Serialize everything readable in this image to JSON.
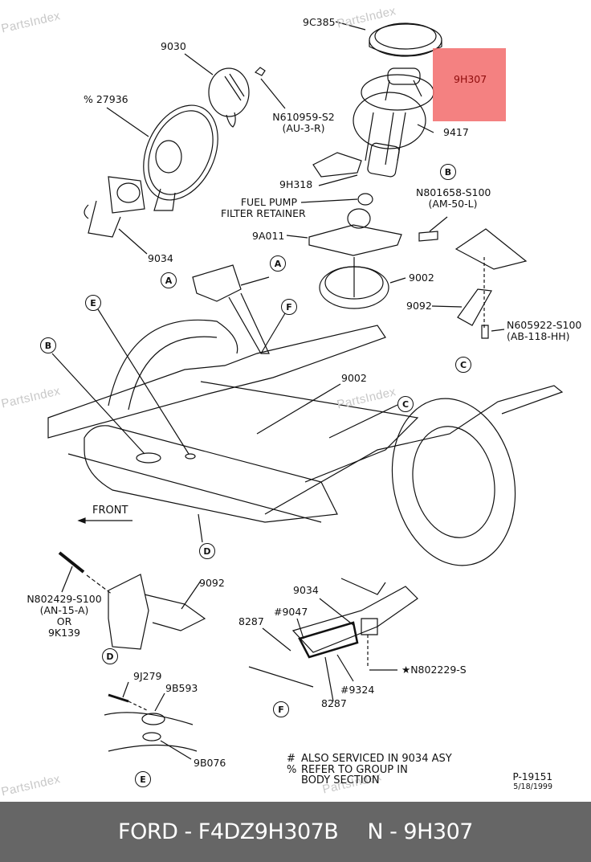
{
  "diagram": {
    "title": "Fuel tank and fuel pump assembly exploded view",
    "watermark": "PartsIndex",
    "highlighted_part": "9H307",
    "highlight_color": "#f26f6f",
    "labels": {
      "p9c385": "9C385",
      "p9030": "9030",
      "p27936": "% 27936",
      "pN610959": "N610959-S2",
      "pN610959_code": "(AU-3-R)",
      "p9h307": "9H307",
      "p9417": "9417",
      "p9h318": "9H318",
      "fuel_pump_1": "FUEL PUMP",
      "fuel_pump_2": "FILTER RETAINER",
      "p9a011": "9A011",
      "pN801658": "N801658-S100",
      "pN801658_code": "(AM-50-L)",
      "p9034_top": "9034",
      "p9002_ring": "9002",
      "p9092_top": "9092",
      "pN605922": "N605922-S100",
      "pN605922_code": "(AB-118-HH)",
      "p9002_tank": "9002",
      "front": "FRONT",
      "pN802429": "N802429-S100",
      "pN802429_code": "(AN-15-A)",
      "or": "OR",
      "p9k139": "9K139",
      "p9092_d": "9092",
      "p9j279": "9J279",
      "p9b593": "9B593",
      "p9b076": "9B076",
      "p9034_f": "9034",
      "p9047": "#9047",
      "p8287_a": "8287",
      "p9324": "#9324",
      "p8287_b": "8287",
      "pN802229": "★N802229-S"
    },
    "callouts": {
      "A1": "A",
      "A2": "A",
      "B1": "B",
      "B2": "B",
      "C1": "C",
      "C2": "C",
      "D1": "D",
      "D2": "D",
      "E1": "E",
      "E2": "E",
      "F1": "F",
      "F2": "F"
    },
    "legend": [
      {
        "symbol": "#",
        "text": "ALSO SERVICED IN 9034 ASY"
      },
      {
        "symbol": "%",
        "text": "REFER TO GROUP IN"
      },
      {
        "symbol": "",
        "text": "BODY SECTION"
      }
    ],
    "plate_number": "P-19151",
    "plate_date": "5/18/1999"
  },
  "footer": {
    "brand_part": "FORD - F4DZ9H307B",
    "ref": "N - 9H307"
  }
}
